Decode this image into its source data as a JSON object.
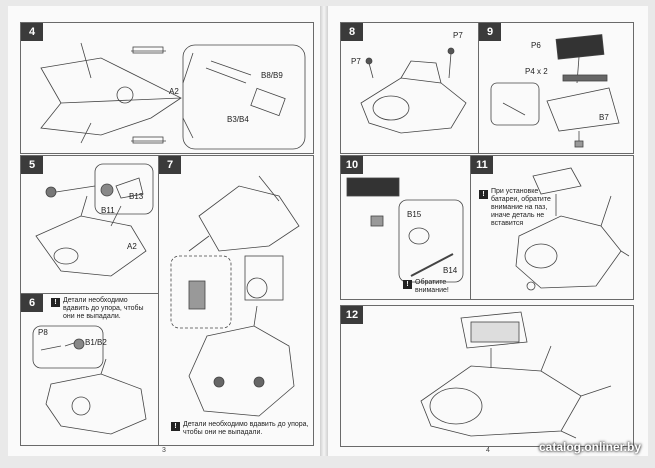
{
  "steps": {
    "s4": {
      "num": "4",
      "labels": [
        "A2",
        "B8/B9",
        "B3/B4"
      ]
    },
    "s5": {
      "num": "5",
      "labels": [
        "B11",
        "B13",
        "A2"
      ]
    },
    "s6": {
      "num": "6",
      "note_icon": "!",
      "note": "Детали необходимо вдавить до упора, чтобы они не выпадали.",
      "labels": [
        "P8",
        "B1/B2"
      ]
    },
    "s7": {
      "num": "7",
      "note_icon": "!",
      "note": "Детали необходимо вдавить до упора, чтобы они не выпадали."
    },
    "s8": {
      "num": "8",
      "labels": [
        "P7",
        "P7"
      ]
    },
    "s9": {
      "num": "9",
      "labels": [
        "P6",
        "P4 x 2",
        "B7"
      ]
    },
    "s10": {
      "num": "10",
      "labels": [
        "B15",
        "B14"
      ],
      "note_icon": "!",
      "note": "Обратите внимание!"
    },
    "s11": {
      "num": "11",
      "note_icon": "!",
      "note": "При установке батареи, обратите внимание на паз, иначе деталь не вставится"
    },
    "s12": {
      "num": "12"
    }
  },
  "page_numbers": {
    "left": "3",
    "right": "4"
  },
  "watermark": "catalog.onliner.by"
}
